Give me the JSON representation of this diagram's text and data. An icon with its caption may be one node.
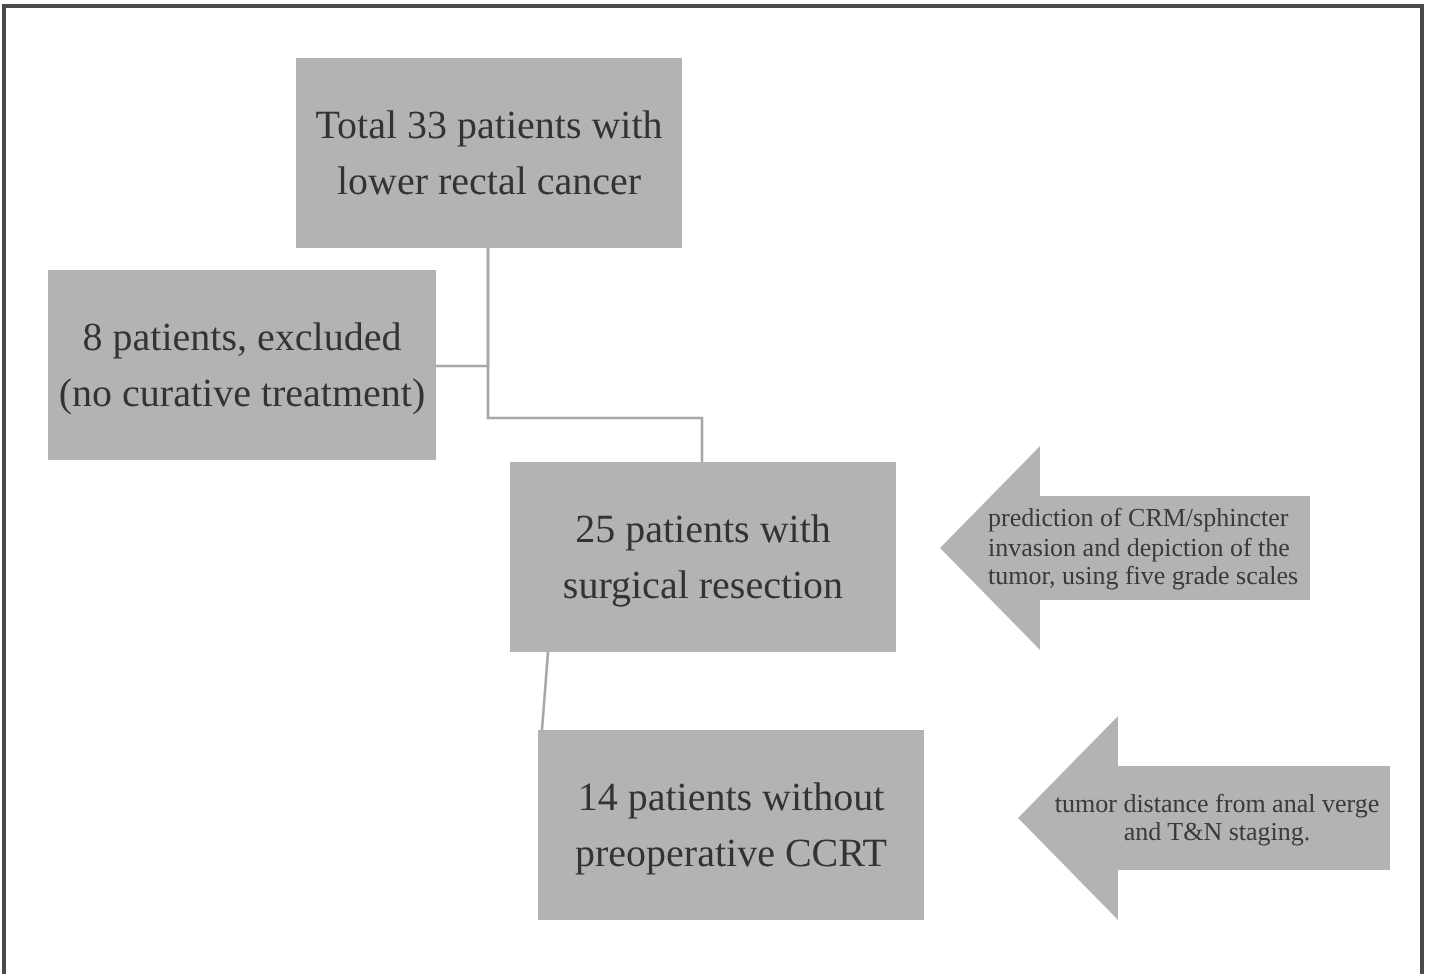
{
  "diagram": {
    "nodes": [
      {
        "text": [
          "Total 33 patients with lower rectal cancer"
        ]
      },
      {
        "text": [
          "8 patients, excluded (no curative treatment)"
        ]
      },
      {
        "text": [
          "25 patients with surgical resection"
        ]
      },
      {
        "text": [
          "14 patients without preoperative CCRT"
        ]
      },
      {
        "text": [
          "prediction of CRM/sphincter invasion and depiction of the tumor, using five grade scales"
        ]
      },
      {
        "text": [
          "tumor distance from anal verge and T&N staging."
        ]
      }
    ],
    "edges": [
      {
        "from": 0,
        "to": 2,
        "arrow": "none"
      },
      {
        "from": 0,
        "to": 1,
        "arrow": "none"
      },
      {
        "from": 2,
        "to": 3,
        "arrow": "none"
      }
    ]
  }
}
